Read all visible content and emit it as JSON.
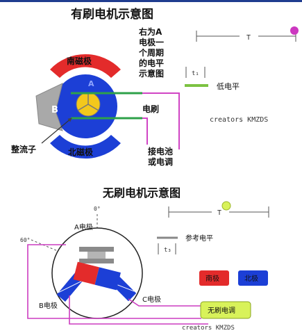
{
  "brushed": {
    "title": "有刷电机示意图",
    "period_note_lines": [
      "右为A",
      "电极一",
      "个周期",
      "的电平",
      "示意图"
    ],
    "period_label": "T",
    "pulse_width_label": "t₁",
    "low_level_label": "低电平",
    "watermark": "creators  KMZDS",
    "north_pole_label": "南磁极",
    "south_pole_label": "北磁极",
    "rotor_label": "B",
    "rotor_label_a": "A",
    "brush_label": "电刷",
    "commutator_label": "整流子",
    "supply_label_lines": [
      "接电池",
      "或电调"
    ]
  },
  "brushless": {
    "title": "无刷电机示意图",
    "period_label": "T",
    "pulse_width_label": "t₃",
    "ref_level_label": "参考电平",
    "angle_0": "0°",
    "angle_60": "60°",
    "electrode_a": "A电极",
    "electrode_b": "B电极",
    "electrode_c": "C电极",
    "legend_south": "南极",
    "legend_north": "北极",
    "controller_label": "无刷电调",
    "watermark": "creators  KMZDS"
  },
  "colors": {
    "red": "#e32b2b",
    "blue": "#1c3fd6",
    "purple": "#d044c4",
    "green": "#7cc242",
    "controller_fill": "#d8f25a"
  }
}
